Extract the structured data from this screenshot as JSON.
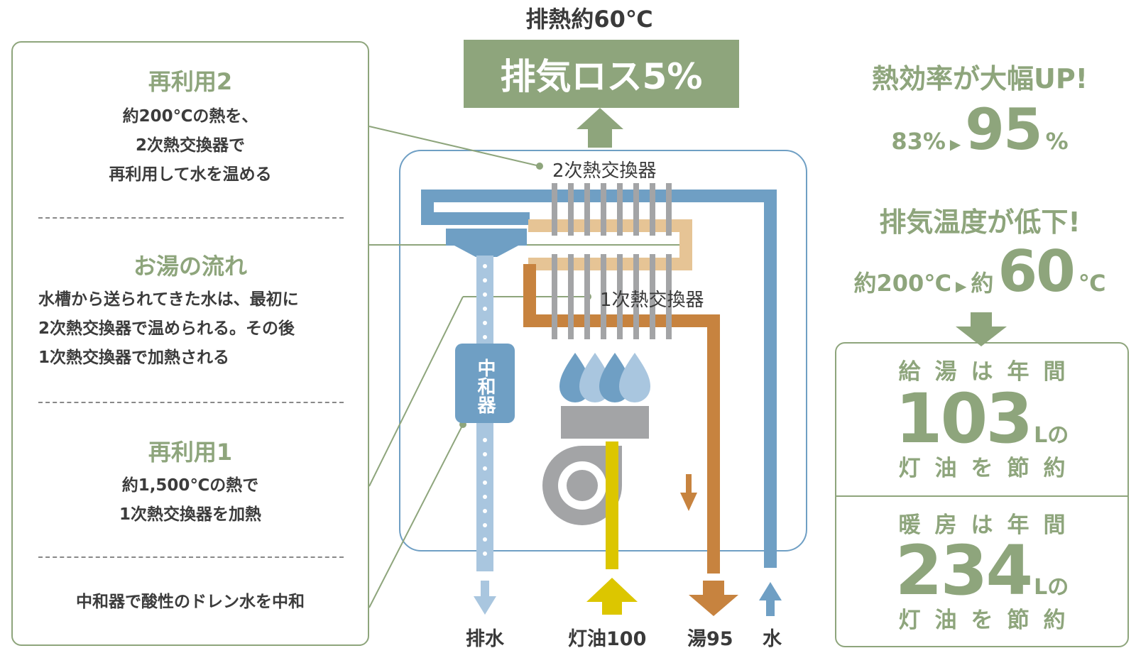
{
  "top": {
    "exhaust_temp": "排熱約60℃",
    "exhaust_loss": "排気ロス5%"
  },
  "left_panel": {
    "reuse2": {
      "title": "再利用2",
      "lines": [
        "約200℃の熱を、",
        "2次熱交換器で",
        "再利用して水を温める"
      ]
    },
    "flow": {
      "title": "お湯の流れ",
      "lines": [
        "水槽から送られてきた水は、最初に",
        "2次熱交換器で温められる。その後",
        "1次熱交換器で加熱される"
      ]
    },
    "reuse1": {
      "title": "再利用1",
      "lines": [
        "約1,500℃の熱で",
        "1次熱交換器を加熱"
      ]
    },
    "neutralizer_note": "中和器で酸性のドレン水を中和"
  },
  "diagram": {
    "secondary_hx": "2次熱交換器",
    "primary_hx": "1次熱交換器",
    "neutralizer": "中和器",
    "outlets": {
      "drain": "排水",
      "kerosene": "灯油100",
      "hot_water": "湯95",
      "water": "水"
    }
  },
  "right_panel": {
    "efficiency_title": "熱効率が大幅UP!",
    "eff_before": "83%",
    "eff_after": "95",
    "eff_after_unit": "%",
    "temp_title": "排気温度が低下!",
    "temp_before": "約200℃",
    "temp_after_prefix": "約",
    "temp_after": "60",
    "temp_after_unit": "℃",
    "hot_water_saving": {
      "top": "給湯は年間",
      "value": "103",
      "unit": "Lの",
      "bottom": "灯油を節約"
    },
    "heating_saving": {
      "top": "暖房は年間",
      "value": "234",
      "unit": "Lの",
      "bottom": "灯油を節約"
    }
  },
  "colors": {
    "green": "#8ea57c",
    "blue_pipe": "#6f9fc4",
    "light_blue": "#a9c6df",
    "orange_pipe": "#c7833f",
    "light_orange": "#e6c495",
    "gray": "#a3a4a6",
    "yellow": "#dcc600"
  }
}
